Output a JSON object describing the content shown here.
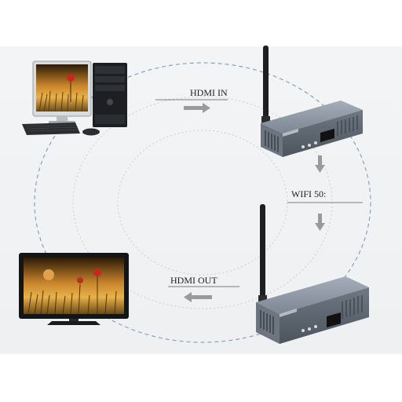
{
  "labels": {
    "hdmi_in": "HDMI IN",
    "wifi": "WIFI 50:",
    "hdmi_out": "HDMI OUT"
  },
  "colors": {
    "device_body": "#8c95a1",
    "device_front": "#5f6872",
    "arrow": "#9a9a9a",
    "ring_dashed": "#8aa2bb",
    "ring_dotted": "#c9ced4",
    "led": "#e33333"
  },
  "icons": [
    "desktop-computer-icon",
    "tv-monitor-icon",
    "transmitter-device-icon",
    "receiver-device-icon",
    "antenna-icon",
    "arrow-right-icon",
    "arrow-down-icon",
    "arrow-left-icon"
  ]
}
